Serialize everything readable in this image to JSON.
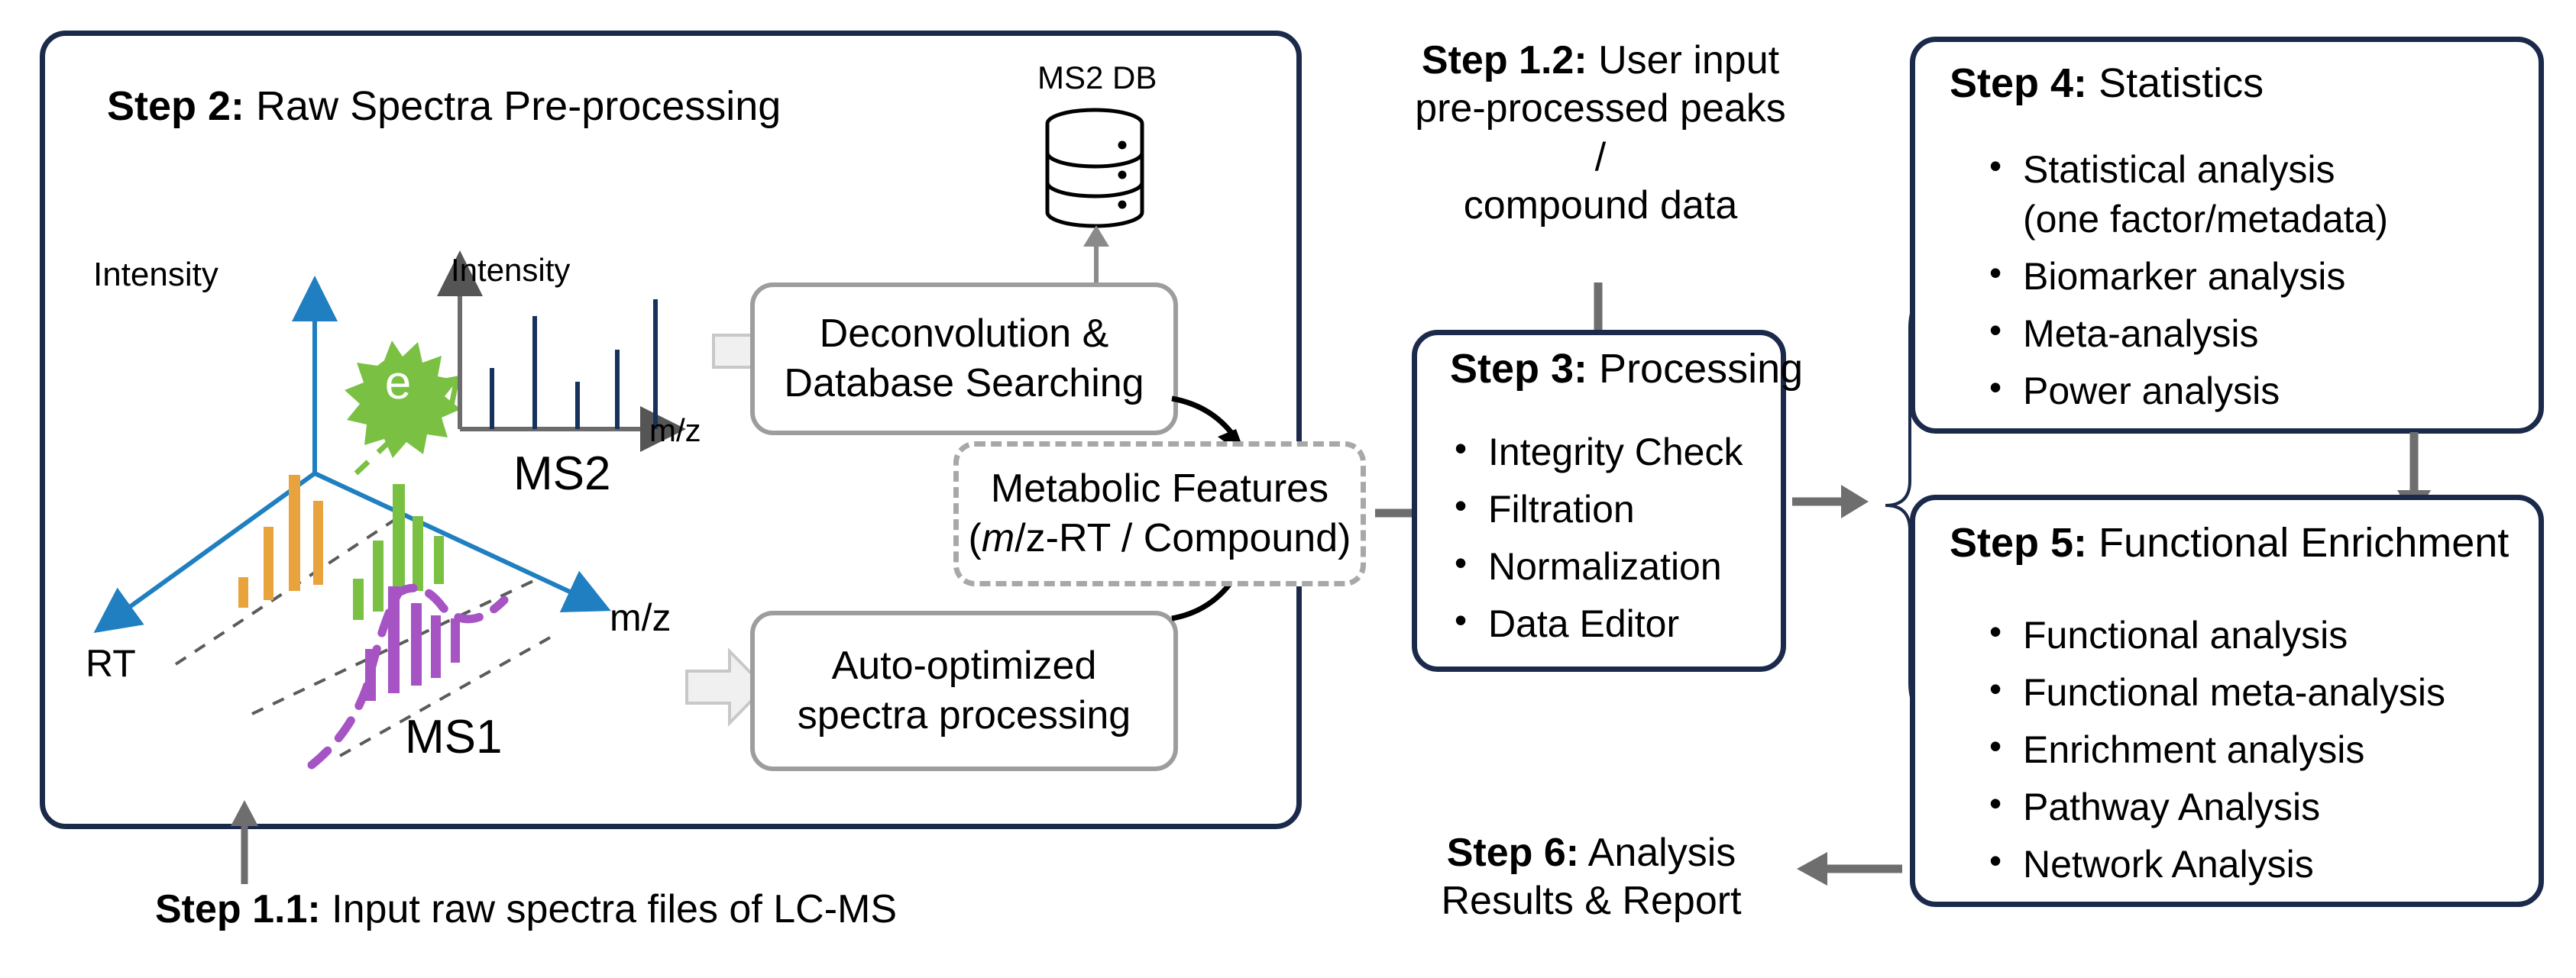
{
  "diagram": {
    "title_hidden": "",
    "colors": {
      "navy_border": "#1b2a4a",
      "gray_border": "#9d9d9d",
      "gray_arrow": "#6e6e6e",
      "axis_blue": "#1f7fc0",
      "peak_orange": "#e8a33d",
      "peak_green": "#7ac143",
      "peak_purple": "#a653c4",
      "spectrum_navy": "#16325c",
      "dashed_gray": "#a8a8a8",
      "block_arrow_fill": "#f0f0f0"
    }
  },
  "step2": {
    "label_bold": "Step 2:",
    "label_rest": " Raw Spectra Pre-processing"
  },
  "ms2db": {
    "label": "MS2 DB",
    "icon": "database-cylinder-icon"
  },
  "spectra3d": {
    "intensity_label": "Intensity",
    "rt_label": "RT",
    "mz_label": "m/z",
    "ms1_label": "MS1",
    "e_badge": "e",
    "peak_series": [
      {
        "name": "orange-peaks",
        "color": "#e8a33d",
        "heights": [
          60,
          120,
          175,
          105
        ]
      },
      {
        "name": "green-peaks",
        "color": "#7ac143",
        "heights": [
          72,
          112,
          180,
          128,
          92
        ]
      },
      {
        "name": "purple-peaks",
        "color": "#a653c4",
        "heights": [
          70,
          130,
          95,
          60
        ]
      }
    ]
  },
  "ms2_plot": {
    "intensity_label": "Intensity",
    "mz_label": "m/z",
    "ms2_label": "MS2",
    "peak_heights": [
      86,
      148,
      62,
      112,
      170
    ]
  },
  "deconvolution": {
    "line1": "Deconvolution &",
    "line2": "Database Searching"
  },
  "autooptimized": {
    "line1": "Auto-optimized",
    "line2": "spectra processing"
  },
  "metabolic_features": {
    "line1": "Metabolic Features",
    "line2_prefix": "(",
    "line2_italic": "m",
    "line2_rest": "/z-RT / Compound)"
  },
  "step11": {
    "label_bold": "Step 1.1:",
    "label_rest": " Input raw spectra files of LC-MS"
  },
  "step12": {
    "label_bold": "Step 1.2:",
    "label_rest": " User input",
    "line2": "pre-processed peaks /",
    "line3": "compound data"
  },
  "step3": {
    "label_bold": "Step 3:",
    "label_rest": " Processing",
    "items": [
      "Integrity Check",
      "Filtration",
      "Normalization",
      "Data Editor"
    ]
  },
  "step4": {
    "label_bold": "Step 4:",
    "label_rest": " Statistics",
    "items": [
      "Statistical analysis\n(one factor/metadata)",
      "Biomarker analysis",
      "Meta-analysis",
      "Power analysis"
    ]
  },
  "step5": {
    "label_bold": "Step 5:",
    "label_rest": " Functional Enrichment",
    "items": [
      "Functional analysis",
      "Functional meta-analysis",
      "Enrichment analysis",
      "Pathway Analysis",
      "Network Analysis"
    ]
  },
  "step6": {
    "label_bold": "Step 6:",
    "label_rest": " Analysis",
    "line2": "Results & Report"
  }
}
